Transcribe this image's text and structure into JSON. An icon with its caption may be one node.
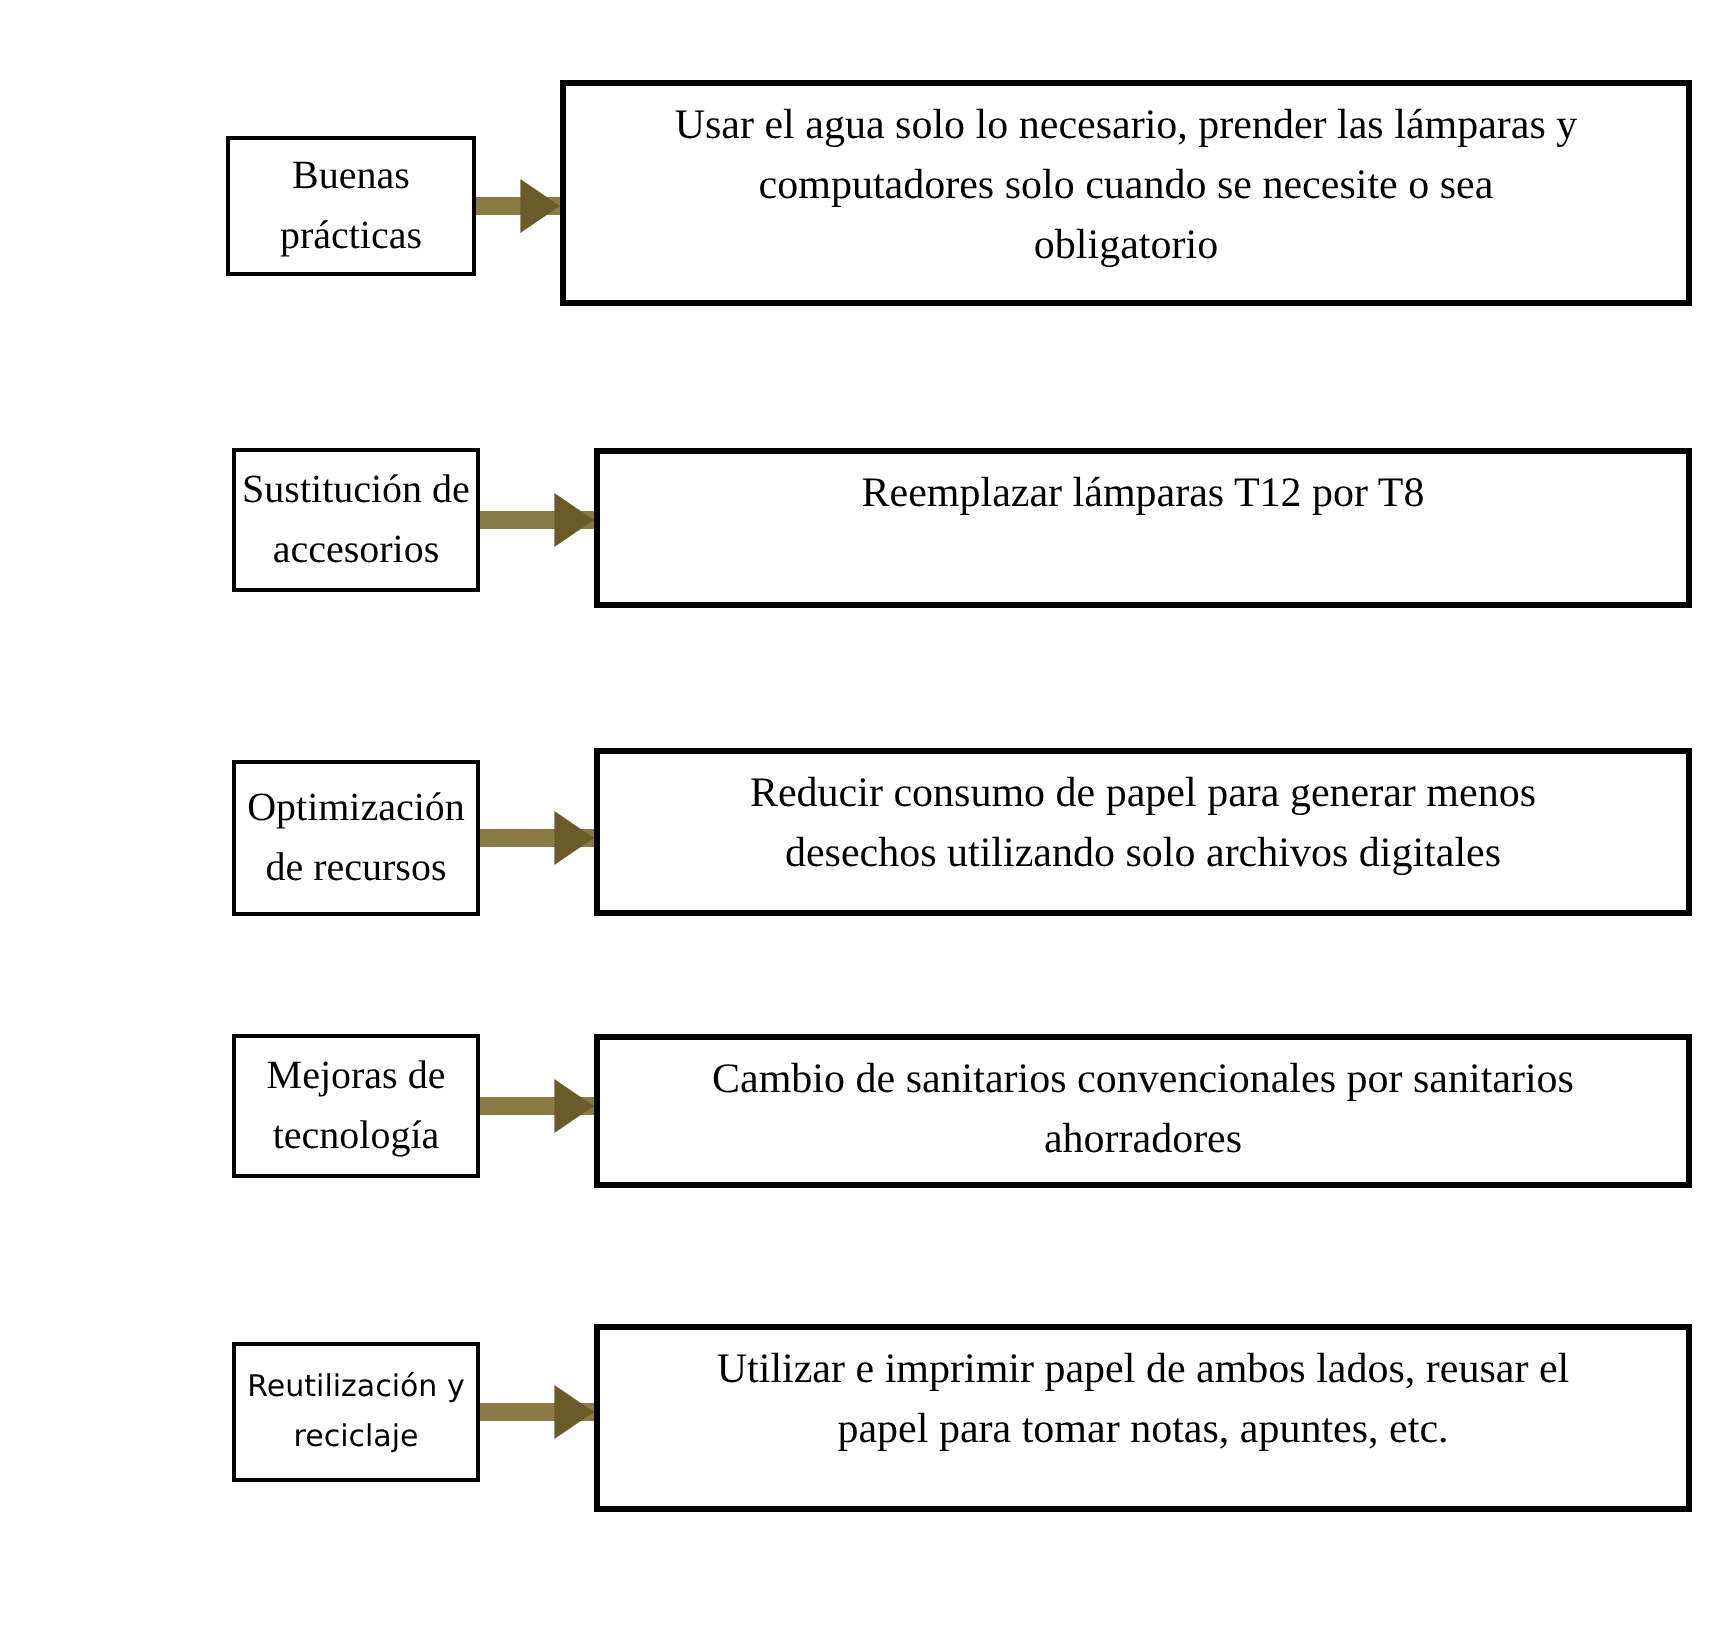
{
  "diagram": {
    "nodes": [
      {
        "text": [
          "Buenas prácticas"
        ]
      },
      {
        "text": [
          "Usar el agua solo lo necesario, prender las lámparas y computadores solo cuando se necesite o sea obligatorio"
        ]
      },
      {
        "text": [
          "Sustitución de accesorios"
        ]
      },
      {
        "text": [
          "Reemplazar lámparas T12 por T8"
        ]
      },
      {
        "text": [
          "Optimización de recursos"
        ]
      },
      {
        "text": [
          "Reducir consumo de papel para generar menos desechos utilizando solo archivos digitales"
        ]
      },
      {
        "text": [
          "Mejoras de tecnología"
        ]
      },
      {
        "text": [
          "Cambio de sanitarios convencionales por sanitarios ahorradores"
        ]
      },
      {
        "text": [
          "Reutilización y reciclaje"
        ]
      },
      {
        "text": [
          "Utilizar e imprimir papel de ambos lados, reusar el papel para tomar notas, apuntes, etc."
        ]
      }
    ],
    "edges": [
      {
        "from": 0,
        "to": 1,
        "arrow": "to"
      },
      {
        "from": 2,
        "to": 3,
        "arrow": "to"
      },
      {
        "from": 4,
        "to": 5,
        "arrow": "to"
      },
      {
        "from": 6,
        "to": 7,
        "arrow": "to"
      },
      {
        "from": 8,
        "to": 9,
        "arrow": "to"
      }
    ]
  }
}
